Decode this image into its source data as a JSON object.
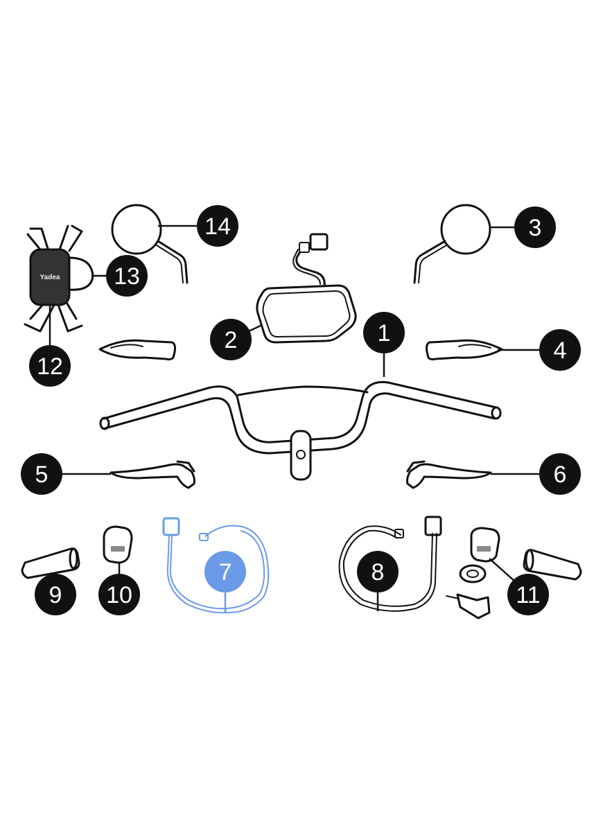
{
  "colors": {
    "badge": "#111111",
    "badge_highlight": "#6a9ae8",
    "line": "#111111",
    "line_highlight": "#6a9ae8"
  },
  "phone_holder_logo": "Yadea",
  "callouts": [
    {
      "id": "1",
      "label": "1",
      "highlighted": false
    },
    {
      "id": "2",
      "label": "2",
      "highlighted": false
    },
    {
      "id": "3",
      "label": "3",
      "highlighted": false
    },
    {
      "id": "4",
      "label": "4",
      "highlighted": false
    },
    {
      "id": "5",
      "label": "5",
      "highlighted": false
    },
    {
      "id": "6",
      "label": "6",
      "highlighted": false
    },
    {
      "id": "7",
      "label": "7",
      "highlighted": true
    },
    {
      "id": "8",
      "label": "8",
      "highlighted": false
    },
    {
      "id": "9",
      "label": "9",
      "highlighted": false
    },
    {
      "id": "10",
      "label": "10",
      "highlighted": false
    },
    {
      "id": "11",
      "label": "11",
      "highlighted": false
    },
    {
      "id": "12",
      "label": "12",
      "highlighted": false
    },
    {
      "id": "13",
      "label": "13",
      "highlighted": false
    },
    {
      "id": "14",
      "label": "14",
      "highlighted": false
    }
  ]
}
